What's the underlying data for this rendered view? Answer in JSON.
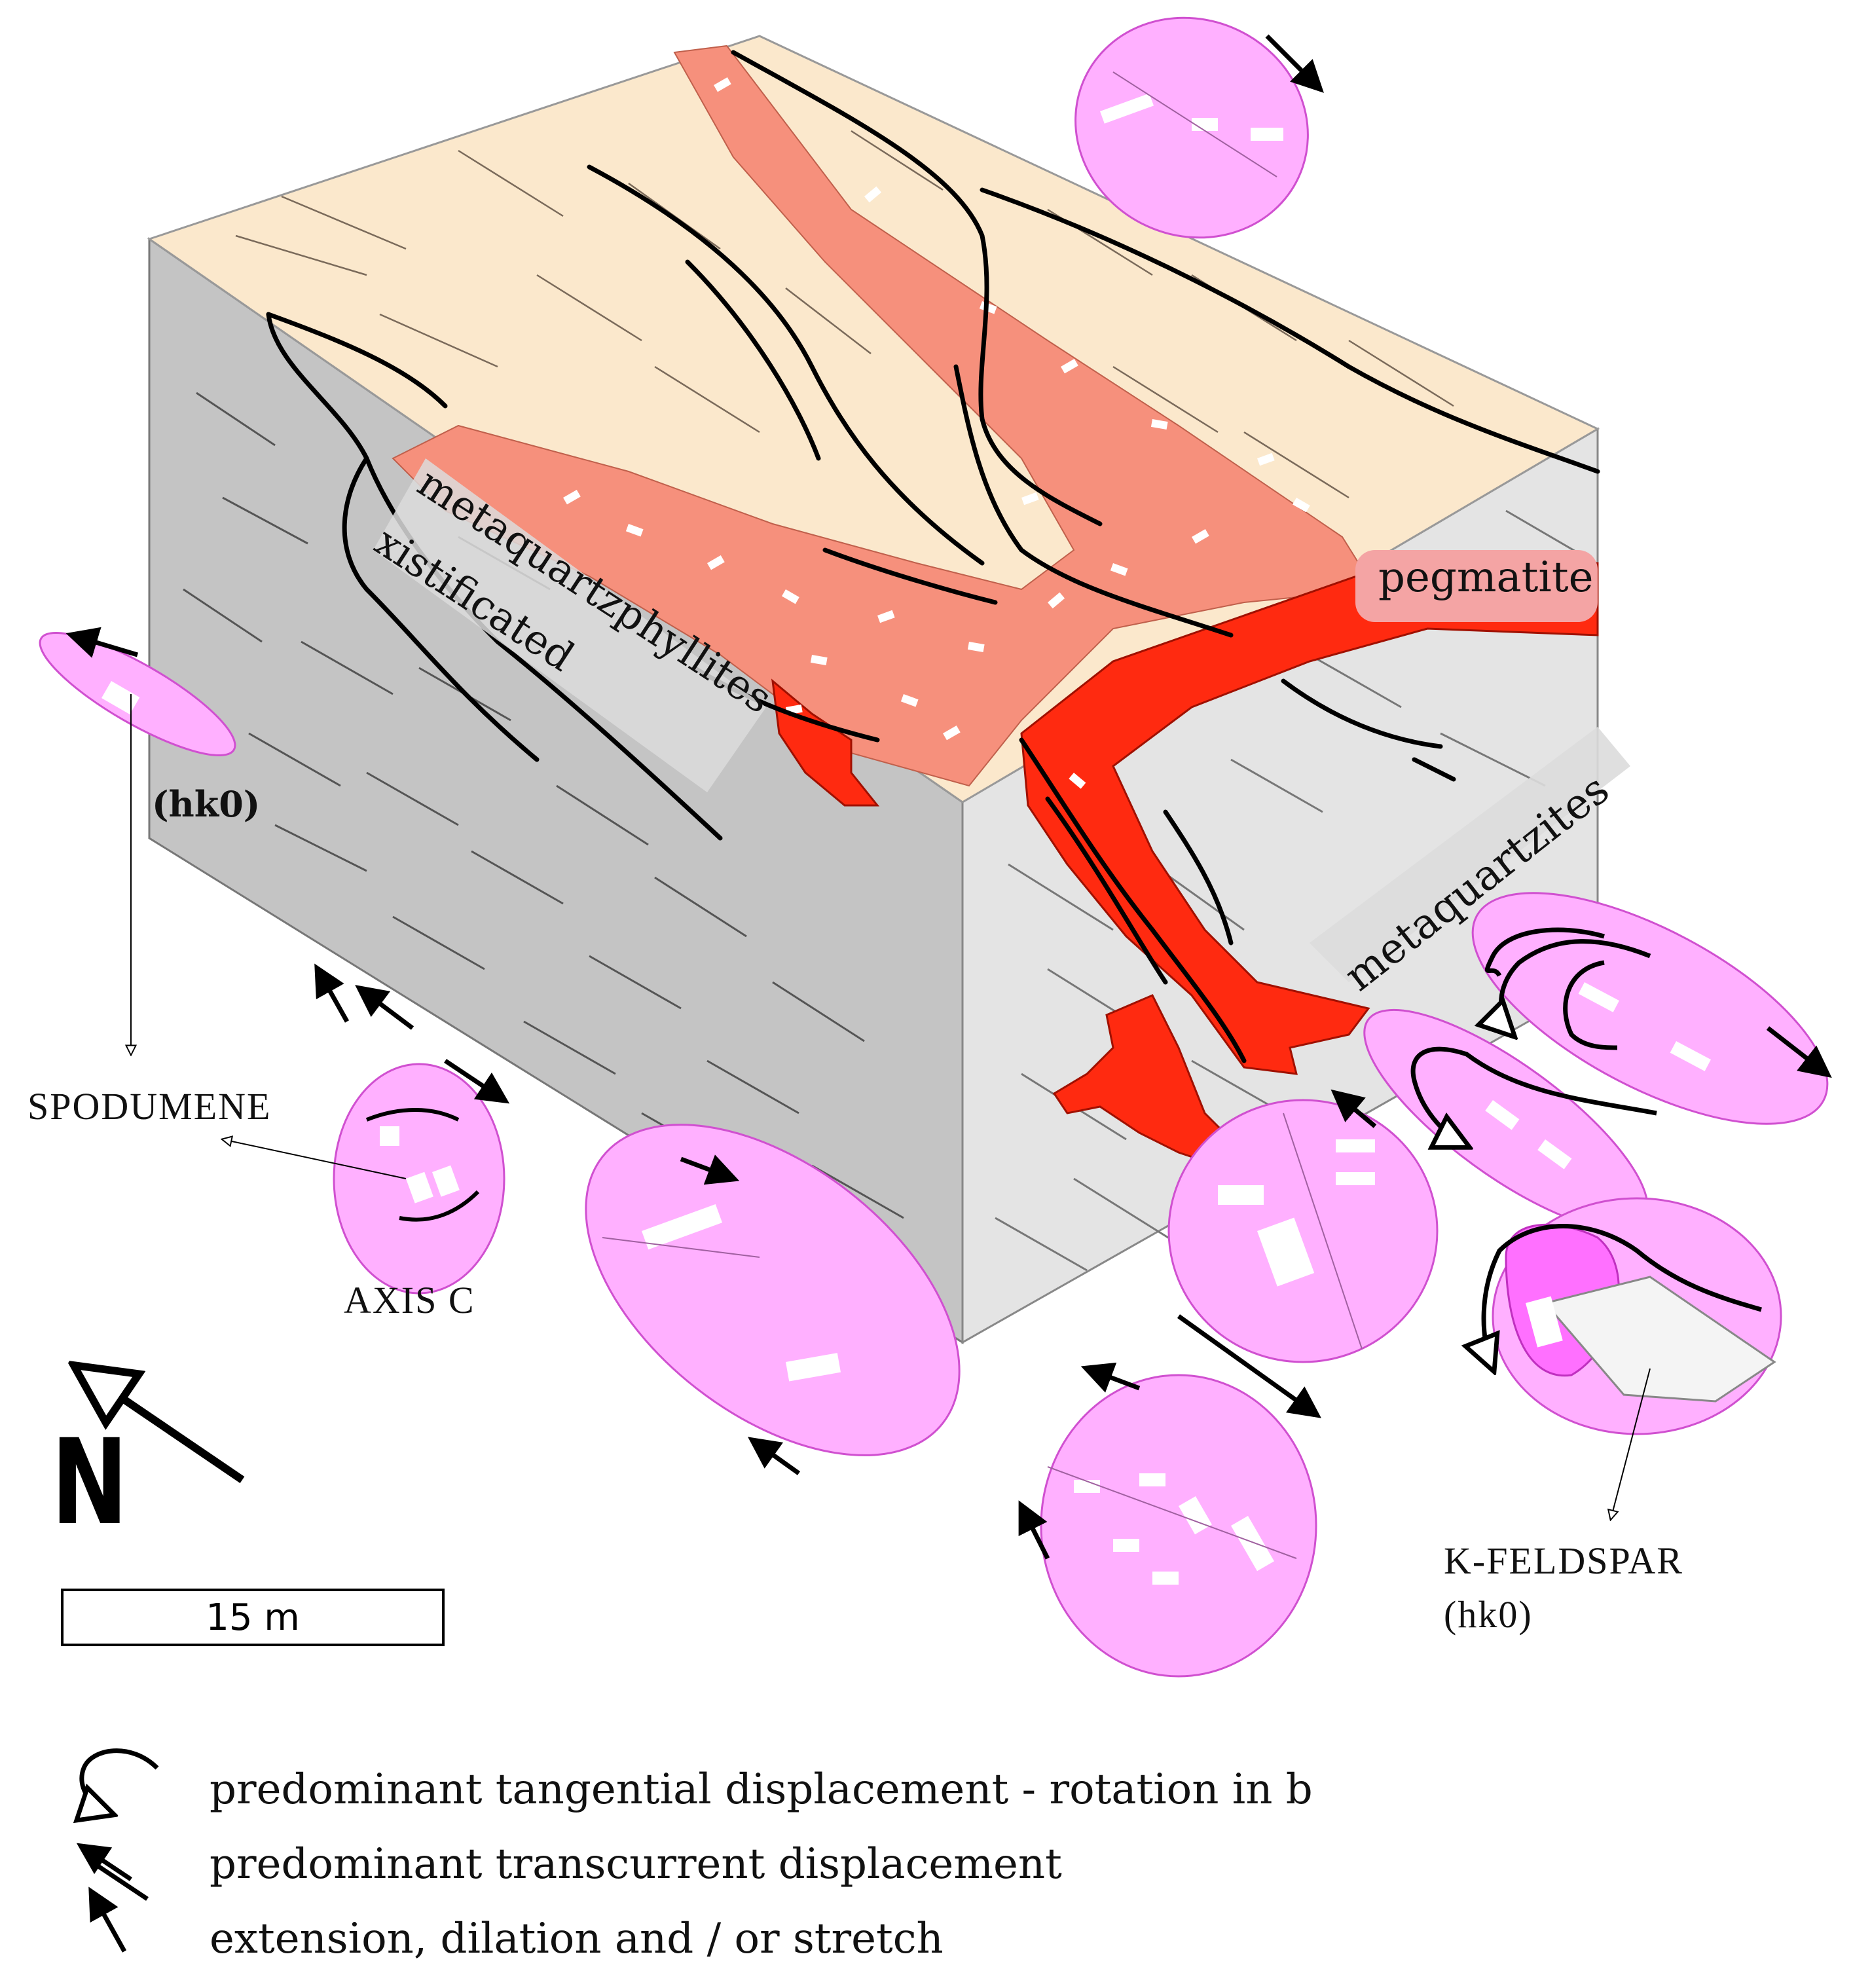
{
  "labels": {
    "unit_upper": "metaquartzphyllites",
    "unit_upper_2": "xistificated",
    "pegmatite": "pegmatite",
    "unit_lower": "metaquartzites",
    "hk0_left": "(hk0)",
    "spodumene": "SPODUMENE",
    "axis_c": "AXIS C",
    "k_feldspar": "K-FELDSPAR",
    "hk0_right": "(hk0)",
    "north": "N",
    "scale": "15 m"
  },
  "legend": [
    {
      "icon": "curved-arrow-icon",
      "text": "predominant tangential displacement - rotation in b"
    },
    {
      "icon": "paired-arrows-icon",
      "text": "predominant transcurrent displacement"
    },
    {
      "icon": "straight-arrow-icon",
      "text": "extension, dilation and / or stretch"
    }
  ],
  "colors": {
    "top_surface": "#fbe8cc",
    "front_face": "#c4c4c4",
    "right_face": "#e4e4e4",
    "pegmatite_pale": "#f6907c",
    "pegmatite_vein": "#ff2a10",
    "ellipse_fill": "#ffb0ff",
    "ellipse_stroke": "#d050d0",
    "label_box": "#dcdcdc"
  }
}
